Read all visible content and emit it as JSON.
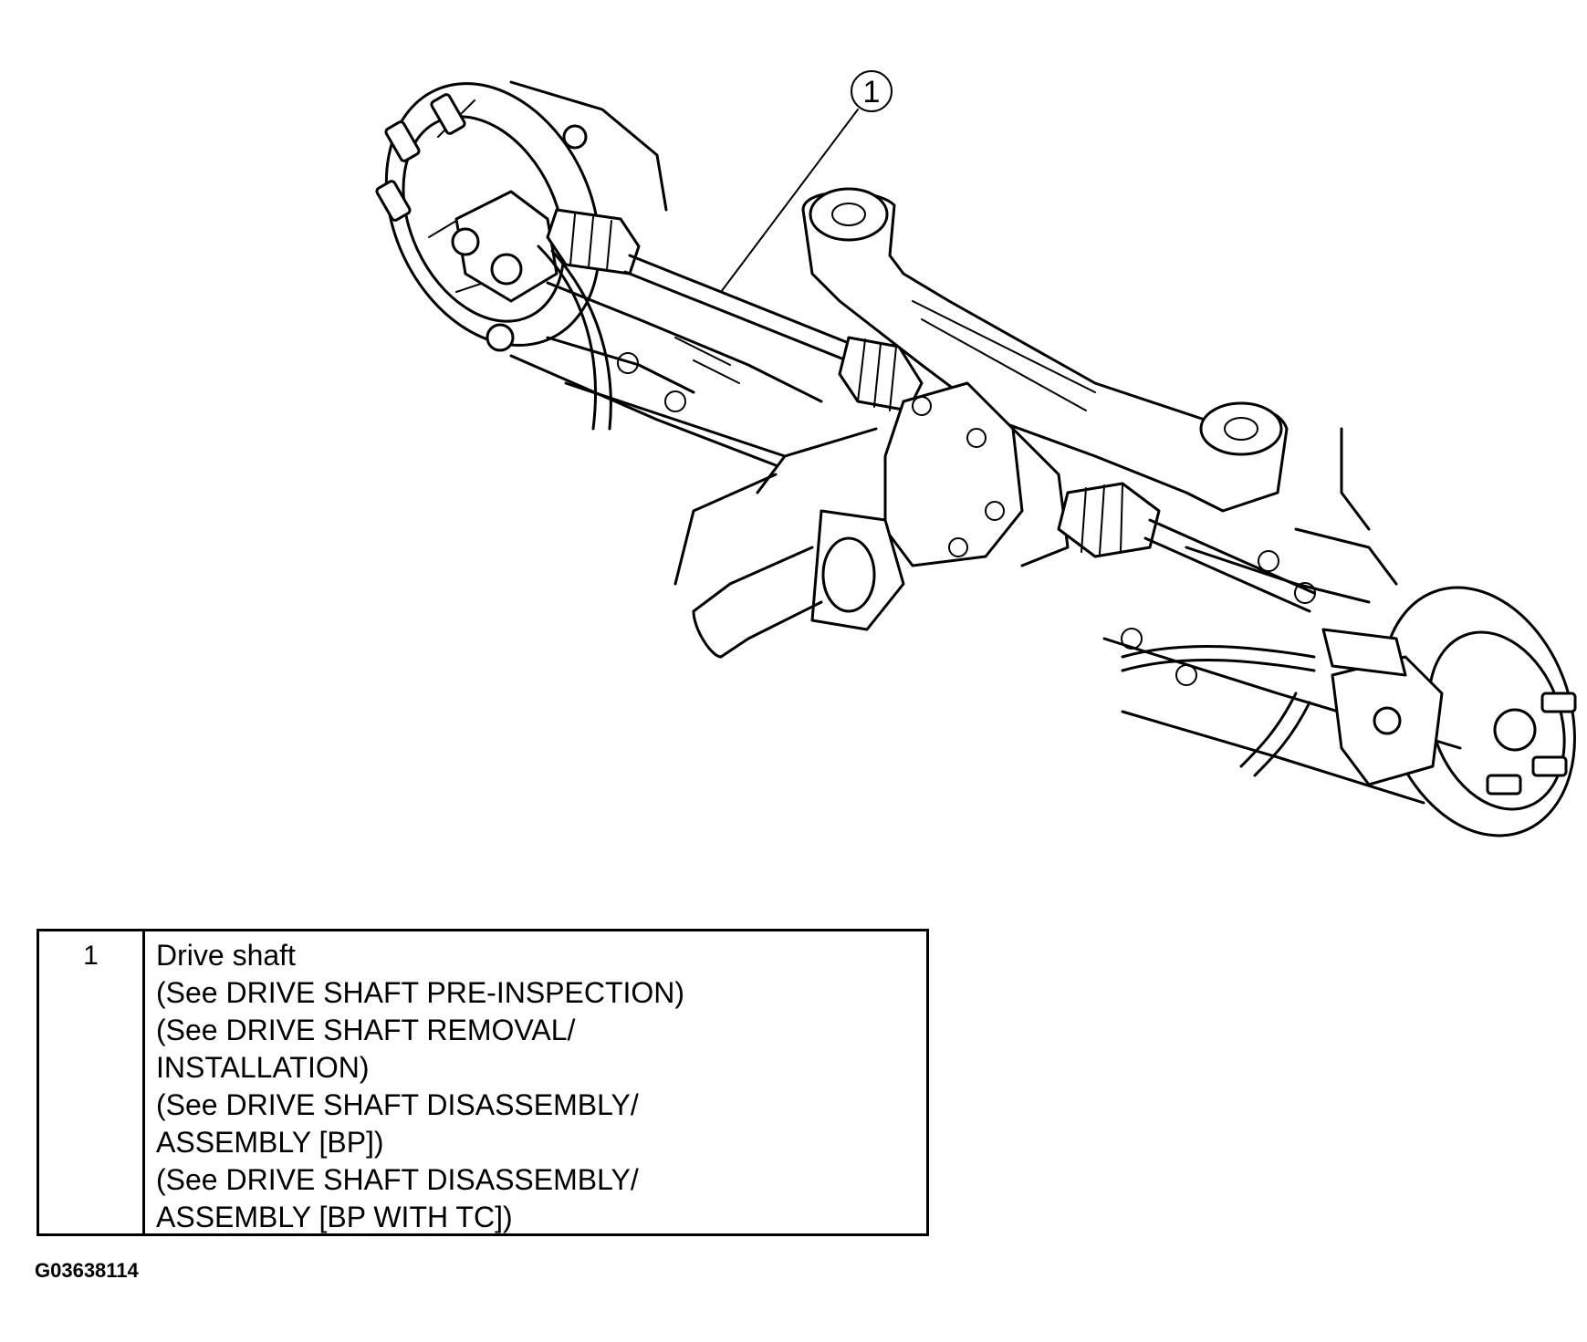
{
  "diagram": {
    "callout": "1"
  },
  "legend": {
    "rows": [
      {
        "number": "1",
        "lines": [
          "Drive shaft",
          "(See DRIVE SHAFT PRE-INSPECTION)",
          "(See DRIVE SHAFT REMOVAL/",
          "INSTALLATION)",
          "(See DRIVE SHAFT DISASSEMBLY/",
          "ASSEMBLY [BP])",
          "(See DRIVE SHAFT DISASSEMBLY/",
          "ASSEMBLY [BP WITH TC])"
        ]
      }
    ]
  },
  "figure_code": "G03638114"
}
